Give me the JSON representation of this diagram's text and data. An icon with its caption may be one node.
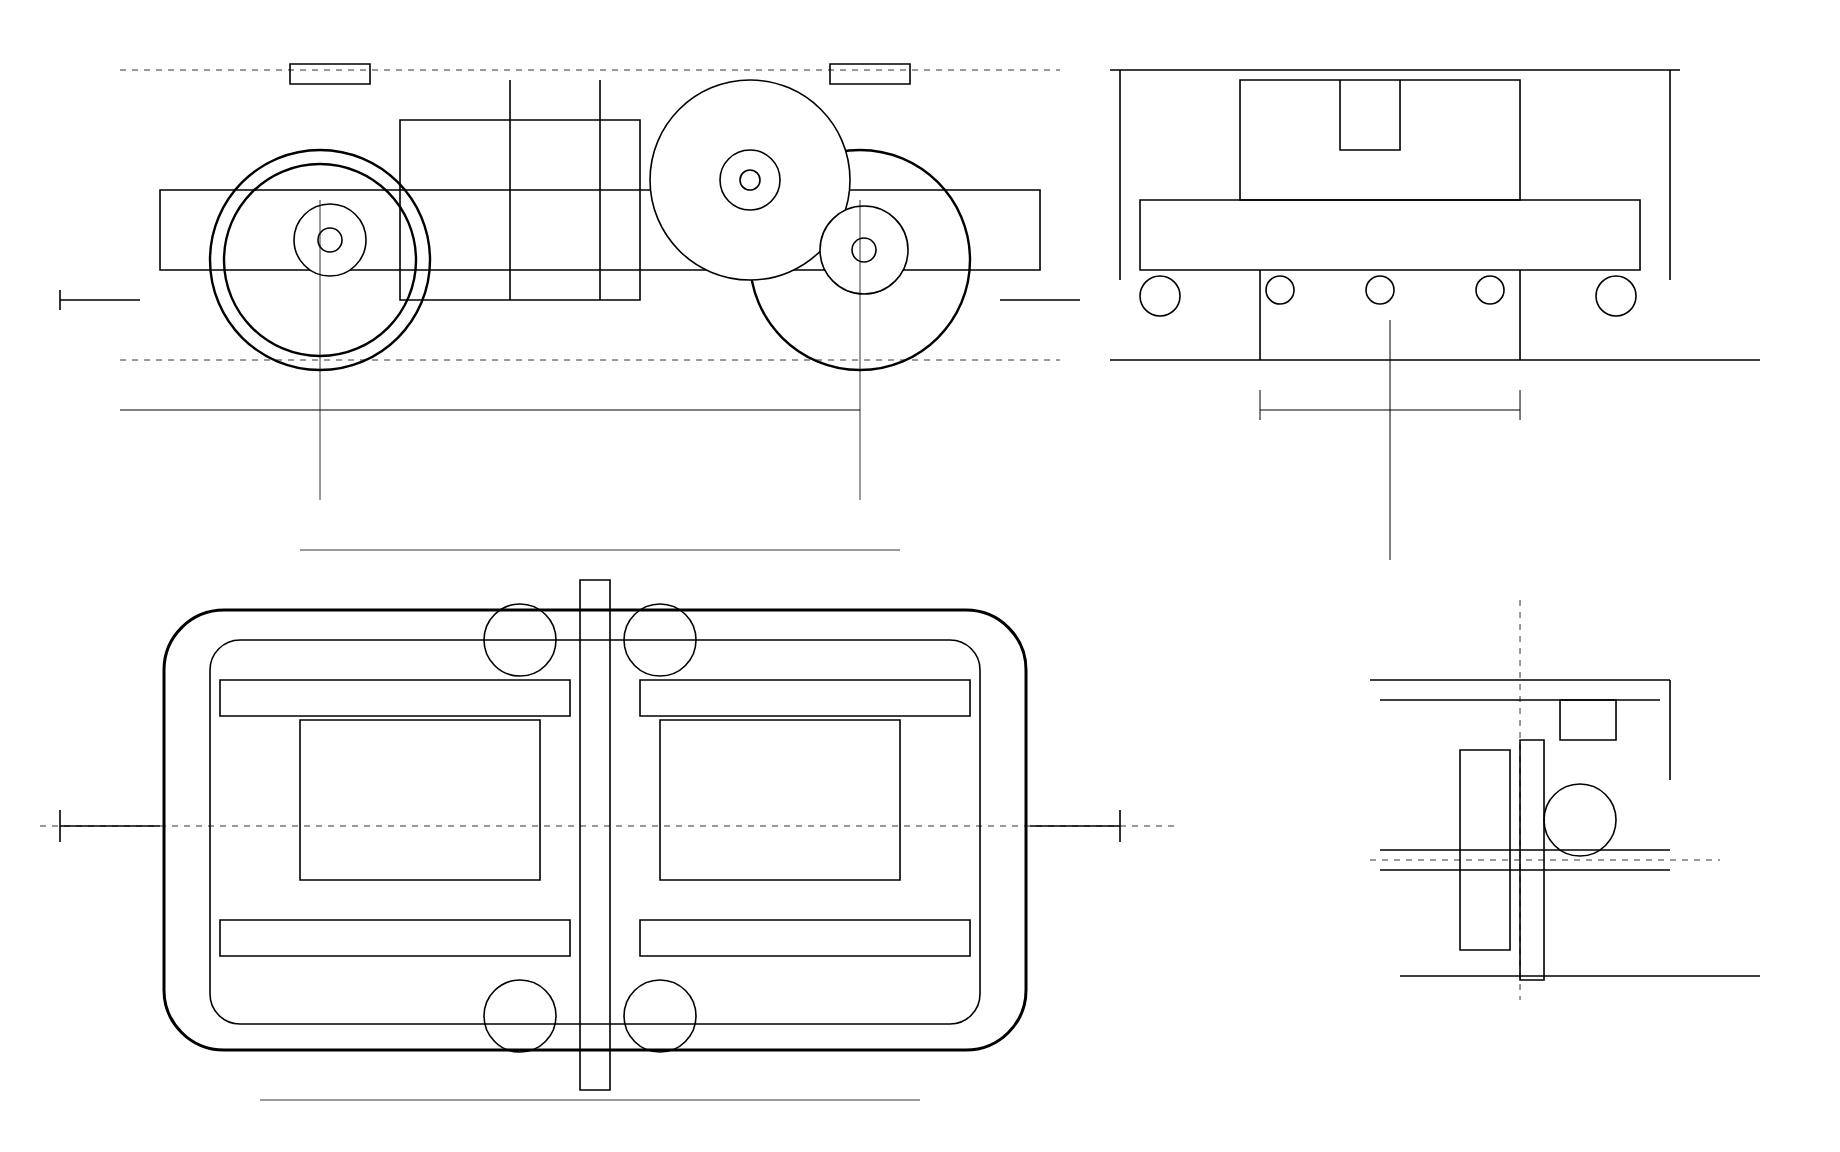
{
  "diagram": {
    "nodes": [
      {
        "text": [],
        "shape": "picture"
      },
      {
        "text": [],
        "shape": "picture"
      },
      {
        "text": [],
        "shape": "picture"
      },
      {
        "text": [],
        "shape": "picture"
      }
    ]
  }
}
